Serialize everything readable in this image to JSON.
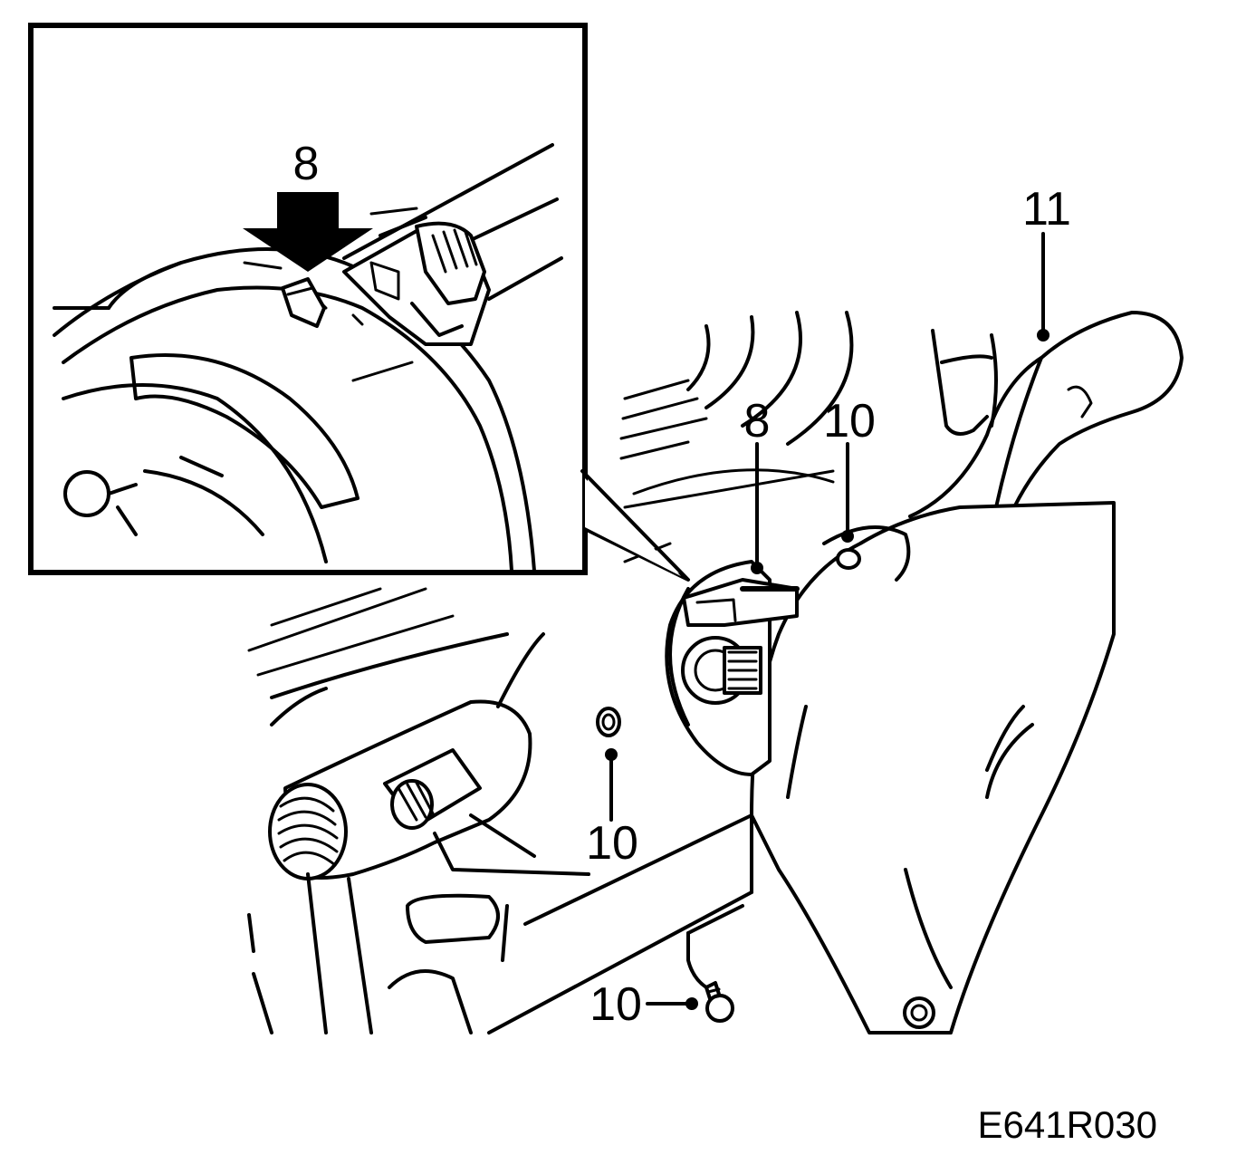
{
  "callouts": {
    "inset_8": "8",
    "main_8": "8",
    "main_10_top": "10",
    "main_10_mid": "10",
    "main_10_bottom": "10",
    "main_11": "11"
  },
  "figure_code": "E641R030"
}
